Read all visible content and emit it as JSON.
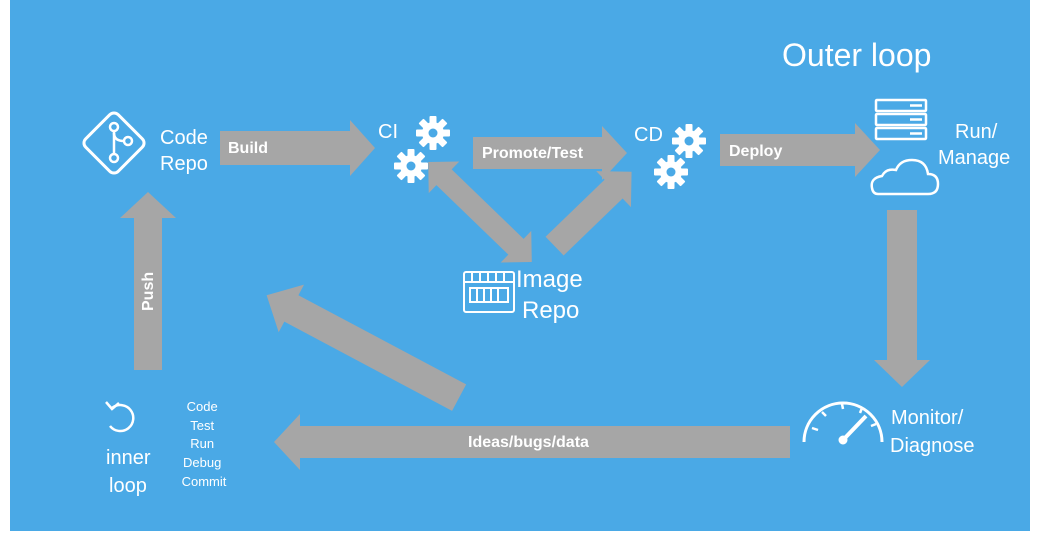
{
  "title": "Outer loop",
  "nodes": {
    "code_repo": [
      "Code",
      "Repo"
    ],
    "ci": "CI",
    "cd": "CD",
    "run_manage": [
      "Run/",
      "Manage"
    ],
    "image_repo": [
      "Image",
      "Repo"
    ],
    "monitor": [
      "Monitor/",
      "Diagnose"
    ],
    "inner_loop": [
      "inner",
      "loop"
    ]
  },
  "inner_steps": [
    "Code",
    "Test",
    "Run",
    "Debug",
    "Commit"
  ],
  "arrows": {
    "build": "Build",
    "promote": "Promote/Test",
    "deploy": "Deploy",
    "push": "Push",
    "feedback": "Ideas/bugs/data"
  },
  "colors": {
    "background": "#4aa9e6",
    "arrow": "#a6a6a6",
    "text": "#ffffff"
  },
  "icons": [
    "git-repo-icon",
    "gear-icon",
    "server-stack-icon",
    "cloud-icon",
    "container-registry-icon",
    "gauge-icon",
    "undo-icon"
  ]
}
